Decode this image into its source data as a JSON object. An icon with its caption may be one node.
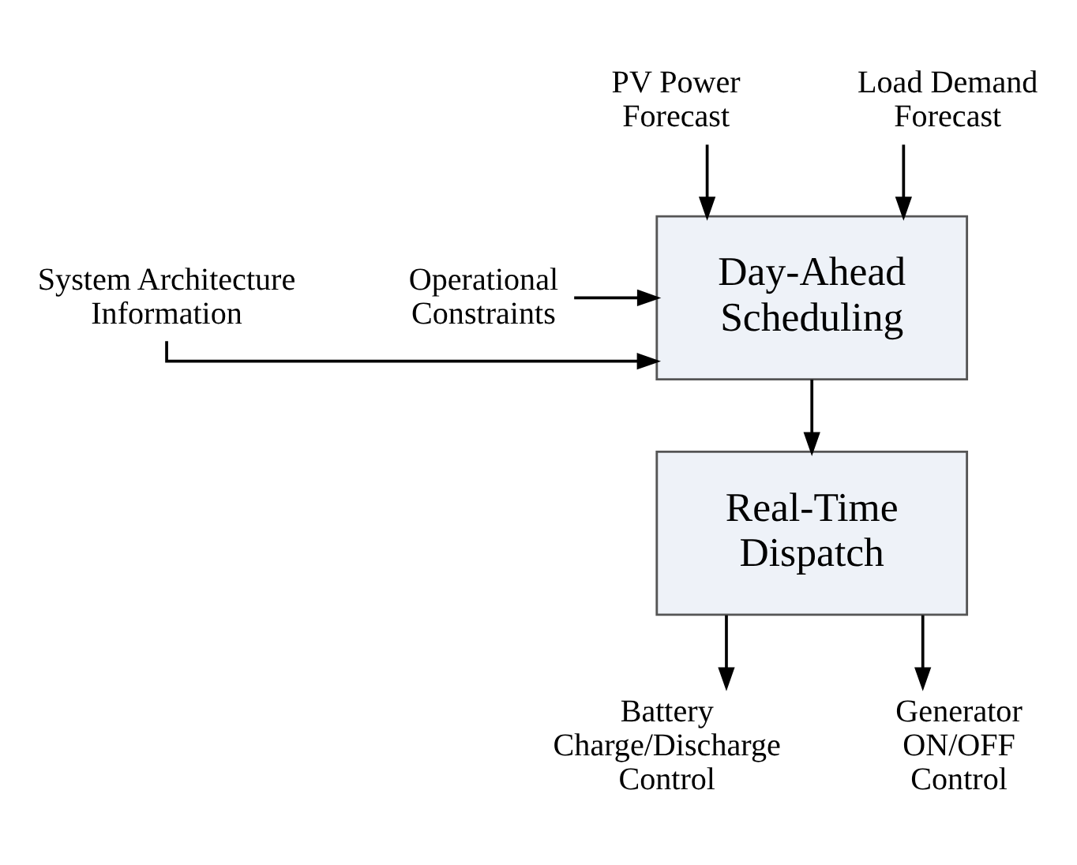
{
  "diagram": {
    "nodes": [
      {
        "text": [
          "PV Power Forecast"
        ]
      },
      {
        "text": [
          "Load Demand Forecast"
        ]
      },
      {
        "text": [
          "System Architecture Information"
        ]
      },
      {
        "text": [
          "Day-Ahead Scheduling"
        ]
      },
      {
        "text": [
          "Operational Constraints"
        ]
      },
      {
        "text": [
          "Real-Time Dispatch"
        ]
      },
      {
        "text": [
          "Battery Charge/Discharge Control"
        ]
      },
      {
        "text": [
          "Generator ON/OFF Control"
        ]
      }
    ],
    "edges": [
      {
        "from": 0,
        "to": 3,
        "arrow": "to"
      },
      {
        "from": 1,
        "to": 3,
        "arrow": "to"
      },
      {
        "from": 2,
        "to": 3,
        "arrow": "to"
      },
      {
        "from": 4,
        "to": 3,
        "arrow": "to"
      },
      {
        "from": 3,
        "to": 5,
        "arrow": "to"
      },
      {
        "from": 5,
        "to": 6,
        "arrow": "to"
      },
      {
        "from": 5,
        "to": 7,
        "arrow": "to"
      }
    ]
  }
}
